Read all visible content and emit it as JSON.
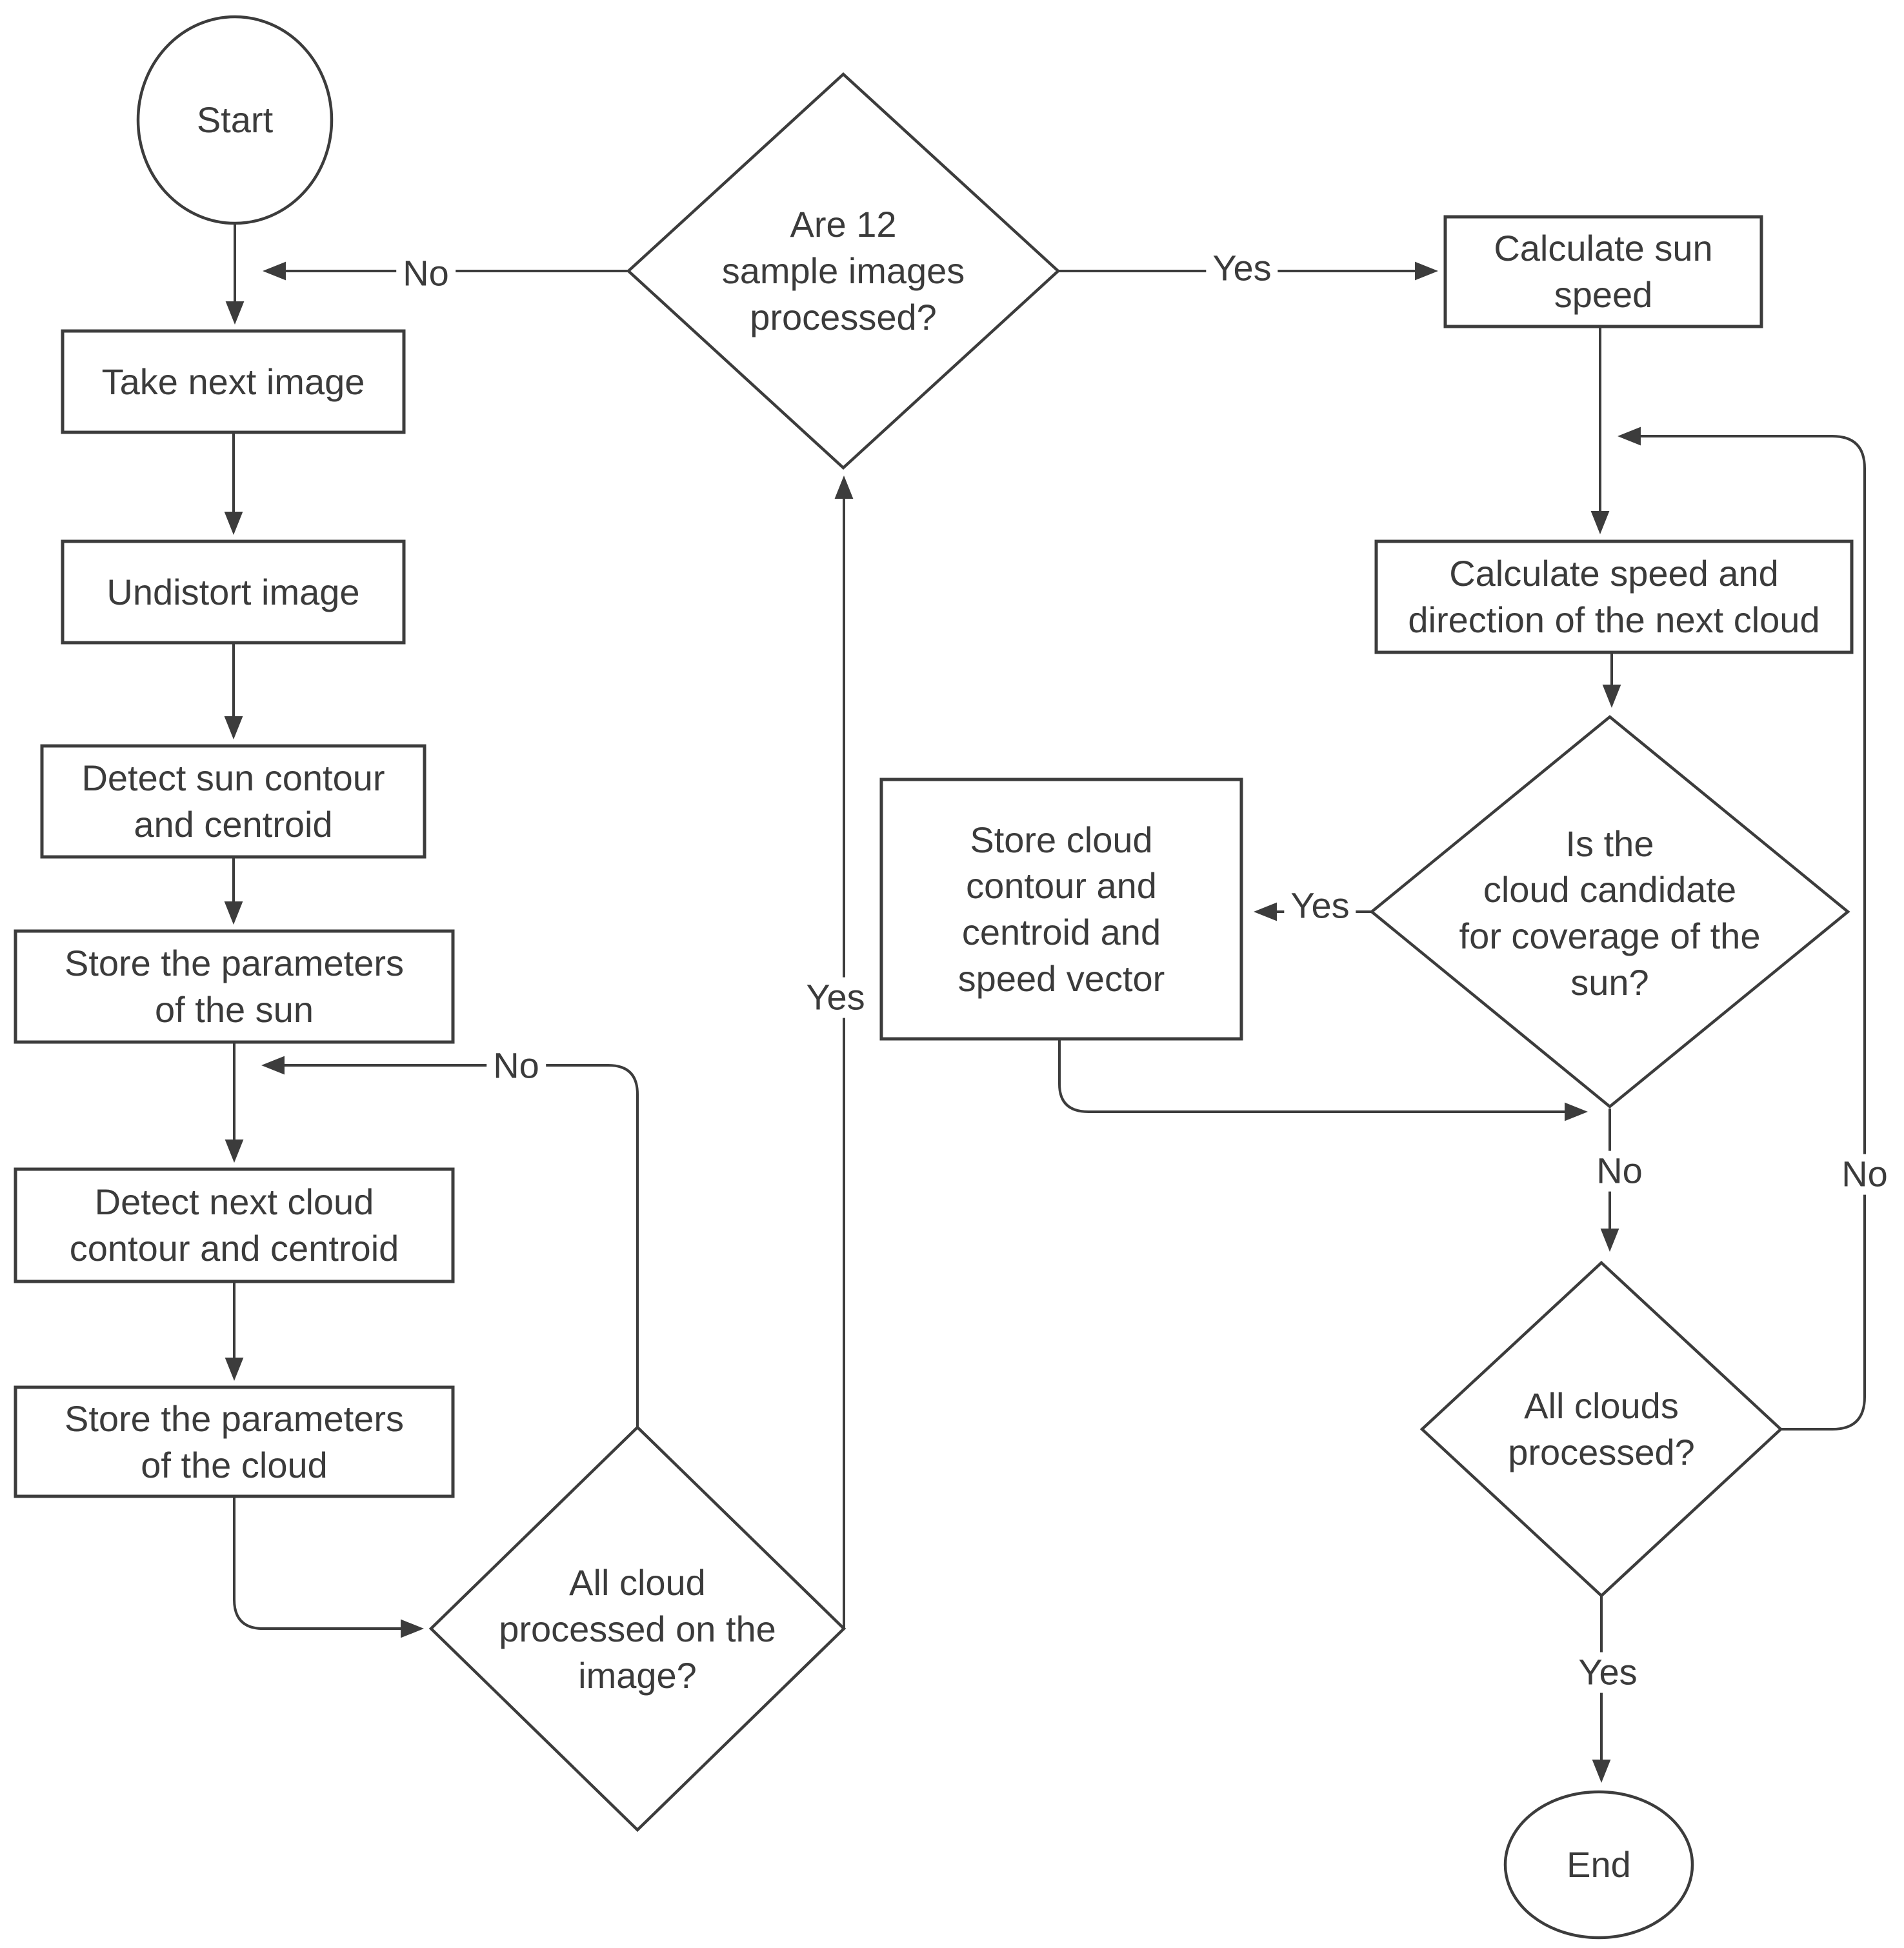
{
  "diagram": {
    "type": "flowchart",
    "nodes": {
      "start": {
        "shape": "terminator",
        "label": "Start"
      },
      "take_next_image": {
        "shape": "process",
        "label": "Take next image"
      },
      "undistort_image": {
        "shape": "process",
        "label": "Undistort image"
      },
      "detect_sun": {
        "shape": "process",
        "label": "Detect sun contour\nand centroid"
      },
      "store_sun": {
        "shape": "process",
        "label": "Store the parameters\nof the sun"
      },
      "detect_cloud": {
        "shape": "process",
        "label": "Detect next cloud\ncontour and centroid"
      },
      "store_cloud": {
        "shape": "process",
        "label": "Store the parameters\nof the cloud"
      },
      "all_cloud_image": {
        "shape": "decision",
        "label": "All cloud\nprocessed on the\nimage?"
      },
      "are_12_processed": {
        "shape": "decision",
        "label": "Are 12\nsample images\nprocessed?"
      },
      "calc_sun_speed": {
        "shape": "process",
        "label": "Calculate sun\nspeed"
      },
      "calc_speed_dir": {
        "shape": "process",
        "label": "Calculate speed and\ndirection of the next cloud"
      },
      "is_candidate": {
        "shape": "decision",
        "label": "Is the\ncloud candidate\nfor coverage of the\nsun?"
      },
      "store_cloud_vector": {
        "shape": "process",
        "label": "Store cloud\ncontour and\ncentroid and\nspeed vector"
      },
      "all_clouds": {
        "shape": "decision",
        "label": "All clouds\nprocessed?"
      },
      "end": {
        "shape": "terminator",
        "label": "End"
      }
    },
    "edge_labels": {
      "top_no": "No",
      "top_yes": "Yes",
      "inner_no": "No",
      "image_yes": "Yes",
      "cand_yes": "Yes",
      "cand_no": "No",
      "clouds_no": "No",
      "clouds_yes": "Yes"
    },
    "colors": {
      "stroke": "#3c3c3c",
      "text": "#3b3b3b",
      "background": "#ffffff"
    }
  }
}
